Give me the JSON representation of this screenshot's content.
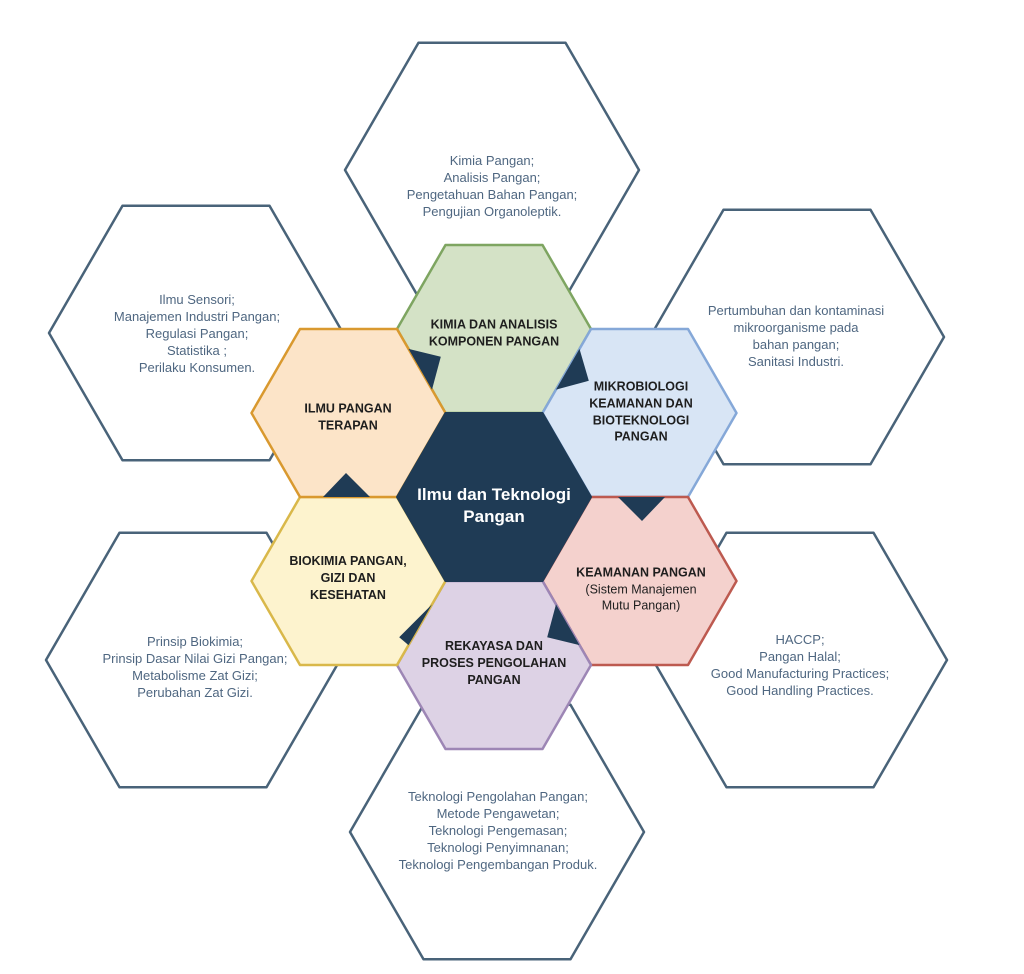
{
  "title": "Ilmu dan Teknologi Pangan",
  "diagram": {
    "center": {
      "label": [
        "Ilmu dan Teknologi",
        "Pangan"
      ],
      "fill": "#1f3b55",
      "text_color": "#ffffff"
    },
    "outer_hexagon_stroke": "#496379",
    "detail_text_color": "#4f6781",
    "arrow_color": "#1f3b55",
    "categories": [
      {
        "position": "top",
        "label": [
          "KIMIA DAN ANALISIS",
          "KOMPONEN PANGAN"
        ],
        "fill": "#d4e2c6",
        "stroke": "#7ea561",
        "details": [
          "Kimia Pangan;",
          "Analisis Pangan;",
          "Pengetahuan Bahan Pangan;",
          "Pengujian Organoleptik."
        ]
      },
      {
        "position": "upper-right",
        "label": [
          "MIKROBIOLOGI",
          "KEAMANAN DAN",
          "BIOTEKNOLOGI",
          "PANGAN"
        ],
        "fill": "#d8e5f5",
        "stroke": "#85a8d8",
        "details": [
          "Pertumbuhan dan kontaminasi",
          "mikroorganisme pada",
          "bahan pangan;",
          "Sanitasi Industri."
        ]
      },
      {
        "position": "lower-right",
        "label": [
          "KEAMANAN PANGAN"
        ],
        "sub": [
          "(Sistem Manajemen",
          "Mutu Pangan)"
        ],
        "fill": "#f4d1cd",
        "stroke": "#bd5a50",
        "details": [
          "HACCP;",
          "Pangan Halal;",
          "Good Manufacturing Practices;",
          "Good Handling Practices."
        ]
      },
      {
        "position": "bottom",
        "label": [
          "REKAYASA DAN",
          "PROSES PENGOLAHAN",
          "PANGAN"
        ],
        "fill": "#ddd2e5",
        "stroke": "#9d86b5",
        "details": [
          "Teknologi Pengolahan Pangan;",
          "Metode Pengawetan;",
          "Teknologi Pengemasan;",
          "Teknologi Penyimnanan;",
          "Teknologi Pengembangan Produk."
        ]
      },
      {
        "position": "lower-left",
        "label": [
          "BIOKIMIA PANGAN,",
          "GIZI DAN",
          "KESEHATAN"
        ],
        "fill": "#fdf3ce",
        "stroke": "#d9b84a",
        "details": [
          "Prinsip Biokimia;",
          "Prinsip Dasar Nilai Gizi Pangan;",
          "Metabolisme Zat Gizi;",
          "Perubahan Zat Gizi."
        ]
      },
      {
        "position": "upper-left",
        "label": [
          "ILMU PANGAN",
          "TERAPAN"
        ],
        "fill": "#fce4c8",
        "stroke": "#d9992f",
        "details": [
          "Ilmu Sensori;",
          "Manajemen Industri Pangan;",
          "Regulasi Pangan;",
          "Statistika ;",
          "Perilaku Konsumen."
        ]
      }
    ]
  }
}
